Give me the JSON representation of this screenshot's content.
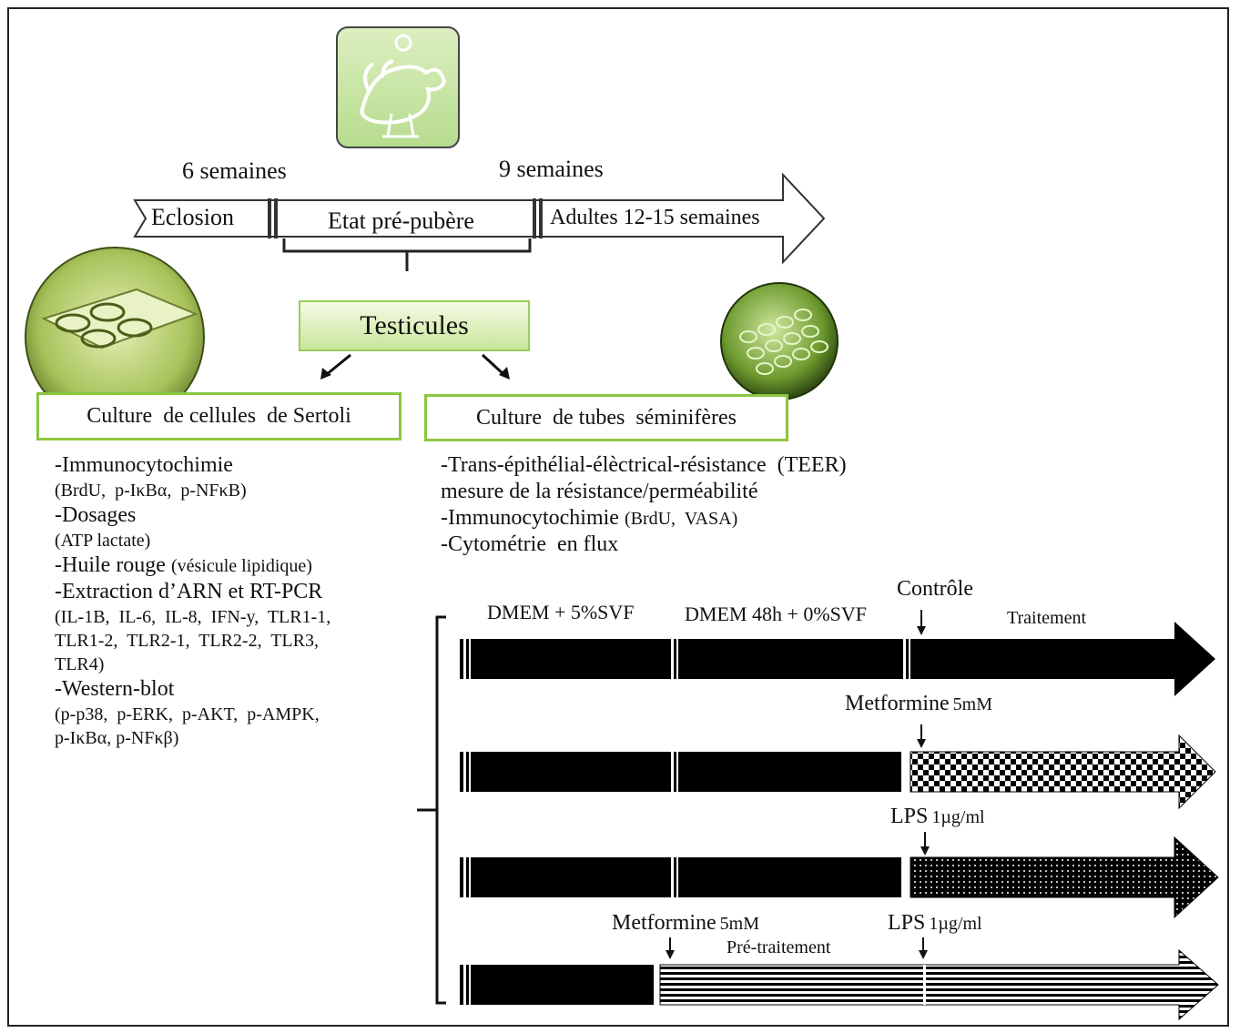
{
  "timeline": {
    "week_left": "6 semaines",
    "week_right": "9 semaines",
    "eclosion": "Eclosion",
    "prepubere": "Etat pré-pubère",
    "adultes": "Adultes 12-15  semaines"
  },
  "organ": "Testicules",
  "left_branch": {
    "title": "Culture  de cellules  de Sertoli",
    "items": [
      "-Immunocytochimie",
      "(BrdU,  p-IκBα,  p-NFκB)",
      "-Dosages",
      "(ATP lactate)",
      "-Huile rouge",
      "(vésicule lipidique)",
      "-Extraction d’ARN et RT-PCR",
      "(IL-1B,  IL-6,  IL-8,  IFN-y,  TLR1-1,",
      "TLR1-2,  TLR2-1,  TLR2-2,  TLR3,",
      "TLR4)",
      "-Western-blot",
      "(p-p38,  p-ERK,  p-AKT,  p-AMPK,",
      "p-IκBα,  p-NFκβ)"
    ]
  },
  "right_branch": {
    "title": "Culture  de tubes  séminifères",
    "items": [
      "-Trans-épithélial-élèctrical-résistance  (TEER)",
      "mesure de la résistance/perméabilité",
      "-Immunocytochimie",
      "(BrdU,  VASA)",
      "-Cytométrie  en flux"
    ]
  },
  "protocol": {
    "phase1": "DMEM + 5%SVF",
    "phase2": "DMEM 48h + 0%SVF",
    "traitement": "Traitement",
    "controle": "Contrôle",
    "metformine_1": "Metformine",
    "metformine_1_dose": "5mM",
    "lps_1": "LPS",
    "lps_1_dose": "1µg/ml",
    "metformine_2": "Metformine",
    "metformine_2_dose": "5mM",
    "pretraitement": "Pré-traitement",
    "lps_2": "LPS",
    "lps_2_dose": "1µg/ml"
  },
  "colors": {
    "accent_green": "#8cc63f",
    "bar_black": "#000000"
  }
}
